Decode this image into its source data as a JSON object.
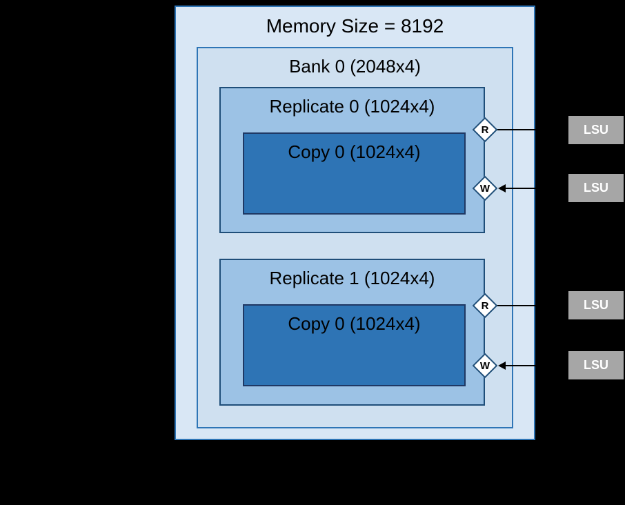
{
  "memory": {
    "title": "Memory Size = 8192"
  },
  "bank": {
    "title": "Bank 0 (2048x4)"
  },
  "replicates": [
    {
      "title": "Replicate 0 (1024x4)",
      "copy_title": "Copy 0 (1024x4)",
      "read_port": "R",
      "write_port": "W",
      "read_lsu": "LSU",
      "write_lsu": "LSU"
    },
    {
      "title": "Replicate 1 (1024x4)",
      "copy_title": "Copy 0 (1024x4)",
      "read_port": "R",
      "write_port": "W",
      "read_lsu": "LSU",
      "write_lsu": "LSU"
    }
  ],
  "colors": {
    "background": "#000000",
    "memory_fill": "#d9e7f5",
    "bank_fill": "#cfe0f0",
    "replicate_fill": "#9cc2e5",
    "copy_fill": "#2e74b5",
    "port_fill": "#ffffff",
    "lsu_fill": "#a6a6a6",
    "wire": "#000000"
  }
}
